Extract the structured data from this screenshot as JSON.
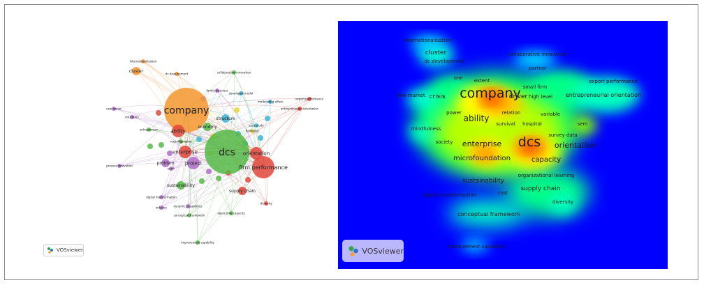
{
  "left_map": {
    "logo_label": "VOSviewer",
    "nodes": [
      {
        "label": "company",
        "color": "#f4962e",
        "size": "xl"
      },
      {
        "label": "dcs",
        "color": "#55b947",
        "size": "xl"
      },
      {
        "label": "firm performance",
        "color": "#e2463b",
        "size": "l"
      },
      {
        "label": "enterprise",
        "color": "#e2463b",
        "size": "m"
      },
      {
        "label": "ability",
        "color": "#e2463b",
        "size": "m"
      },
      {
        "label": "economy",
        "color": "#55b947",
        "size": "s"
      },
      {
        "label": "structure",
        "color": "#3fb2d5",
        "size": "s"
      },
      {
        "label": "orientation",
        "color": "#e2463b",
        "size": "m"
      },
      {
        "label": "project",
        "color": "#b06cc8",
        "size": "m"
      },
      {
        "label": "sustainability",
        "color": "#55b947",
        "size": "s"
      },
      {
        "label": "supply chain",
        "color": "#e2463b",
        "size": "s"
      },
      {
        "label": "cluster",
        "color": "#f4962e",
        "size": "s"
      },
      {
        "label": "internationalisation",
        "color": "#f4962e",
        "size": "xs"
      },
      {
        "label": "dc development",
        "color": "#f4962e",
        "size": "xs"
      },
      {
        "label": "collaborative innovation",
        "color": "#55b947",
        "size": "xs"
      },
      {
        "label": "export performance",
        "color": "#e2463b",
        "size": "xs"
      },
      {
        "label": "entrepreneurial orientation",
        "color": "#e2463b",
        "size": "xs"
      },
      {
        "label": "moderating effect",
        "color": "#3fb2d5",
        "size": "xs"
      },
      {
        "label": "new owner",
        "color": "#b06cc8",
        "size": "xs"
      },
      {
        "label": "education",
        "color": "#b06cc8",
        "size": "xs"
      },
      {
        "label": "entrepreneur",
        "color": "#55b947",
        "size": "xs"
      },
      {
        "label": "problem",
        "color": "#b06cc8",
        "size": "s"
      },
      {
        "label": "earth",
        "color": "#b06cc8",
        "size": "xs"
      },
      {
        "label": "process innovation",
        "color": "#b06cc8",
        "size": "xs"
      },
      {
        "label": "digital transformation",
        "color": "#b06cc8",
        "size": "xs"
      },
      {
        "label": "industry",
        "color": "#b06cc8",
        "size": "xs"
      },
      {
        "label": "dynamic capabilities",
        "color": "#b06cc8",
        "size": "xs"
      },
      {
        "label": "conceptual framework",
        "color": "#55b947",
        "size": "xs"
      },
      {
        "label": "absorptive capacity",
        "color": "#55b947",
        "size": "xs"
      },
      {
        "label": "diversity",
        "color": "#e2463b",
        "size": "xs"
      },
      {
        "label": "improvement capability",
        "color": "#55b947",
        "size": "xs"
      },
      {
        "label": "flexibility",
        "color": "#e8d33a",
        "size": "xs"
      },
      {
        "label": "family business",
        "color": "#b06cc8",
        "size": "xs"
      },
      {
        "label": "developed model",
        "color": "#3fb2d5",
        "size": "xs"
      },
      {
        "label": "case study",
        "color": "#3fb2d5",
        "size": "xs"
      },
      {
        "label": "reconfiguration",
        "color": "#55b947",
        "size": "xs"
      }
    ]
  },
  "right_map": {
    "logo_label": "VOSviewer",
    "labels": [
      "internationalisation",
      "cluster",
      "dc development",
      "collaborative innovation",
      "partner",
      "one",
      "extent",
      "small firm",
      "export performance",
      "new market",
      "crisis",
      "company",
      "driver",
      "high level",
      "entrepreneurial orientation",
      "power",
      "relation",
      "variable",
      "mindfulness",
      "ability",
      "survival",
      "hospital",
      "sem",
      "survey data",
      "society",
      "enterprise",
      "dcs",
      "orientation",
      "microfoundation",
      "capacity",
      "organizational learning",
      "sustainability",
      "supply chain",
      "digital transformation",
      "cost",
      "diversity",
      "conceptual framework",
      "improvement capability"
    ]
  }
}
